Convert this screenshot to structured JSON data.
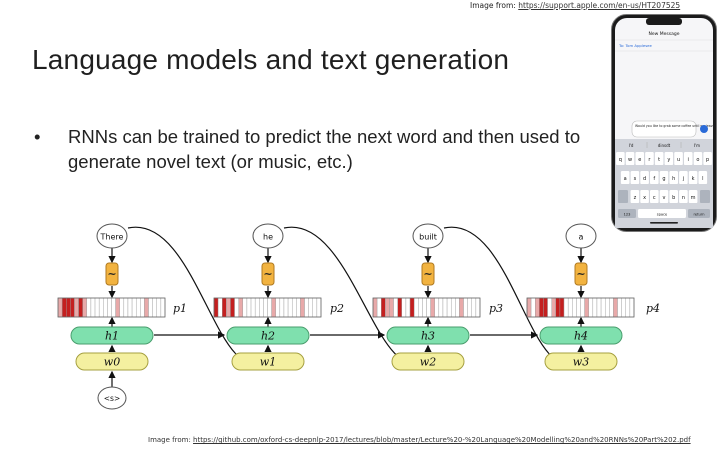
{
  "credits": {
    "top_prefix": "Image from: ",
    "top_link": "https://support.apple.com/en-us/HT207525",
    "bottom_prefix": "Image from: ",
    "bottom_link": "https://github.com/oxford-cs-deepnlp-2017/lectures/blob/master/Lecture%20-%20Language%20Modelling%20and%20RNNs%20Part%202.pdf"
  },
  "slide": {
    "title": "Language models and text generation",
    "bullet_marker": "•",
    "bullet_text": "RNNs can be trained to predict the next word and then used to generate novel text (or music, etc.)"
  },
  "phone": {
    "header": "New Message",
    "to_label": "To: Tom Applesee",
    "message": "Would you like to grab some coffee until we leave",
    "suggestions": [
      "I'd",
      "dinsdt",
      "I'm"
    ],
    "keyboard_rows": [
      [
        "q",
        "w",
        "e",
        "r",
        "t",
        "y",
        "u",
        "i",
        "o",
        "p"
      ],
      [
        "a",
        "s",
        "d",
        "f",
        "g",
        "h",
        "j",
        "k",
        "l"
      ],
      [
        "z",
        "x",
        "c",
        "v",
        "b",
        "n",
        "m"
      ]
    ],
    "bottom_keys": [
      "123",
      "space",
      "return"
    ]
  },
  "diagram": {
    "outputs": [
      "There",
      "he",
      "built",
      "a"
    ],
    "sample_symbol": "~",
    "hidden": [
      "h1",
      "h2",
      "h3",
      "h4"
    ],
    "inputs": [
      "w0",
      "w1",
      "w2",
      "w3"
    ],
    "prob_labels": [
      "p1",
      "p2",
      "p3",
      "p4"
    ],
    "start_token": "<s>",
    "colors": {
      "bubble_fill": "#7fe0ae",
      "bubble_stroke": "#4a9e6e",
      "input_fill": "#f4f0a0",
      "input_stroke": "#a6a040",
      "sample_fill": "#f2b340",
      "sample_stroke": "#b07a20",
      "dist_red": "#c41f1f",
      "dist_pink": "#e8a9a9"
    }
  }
}
